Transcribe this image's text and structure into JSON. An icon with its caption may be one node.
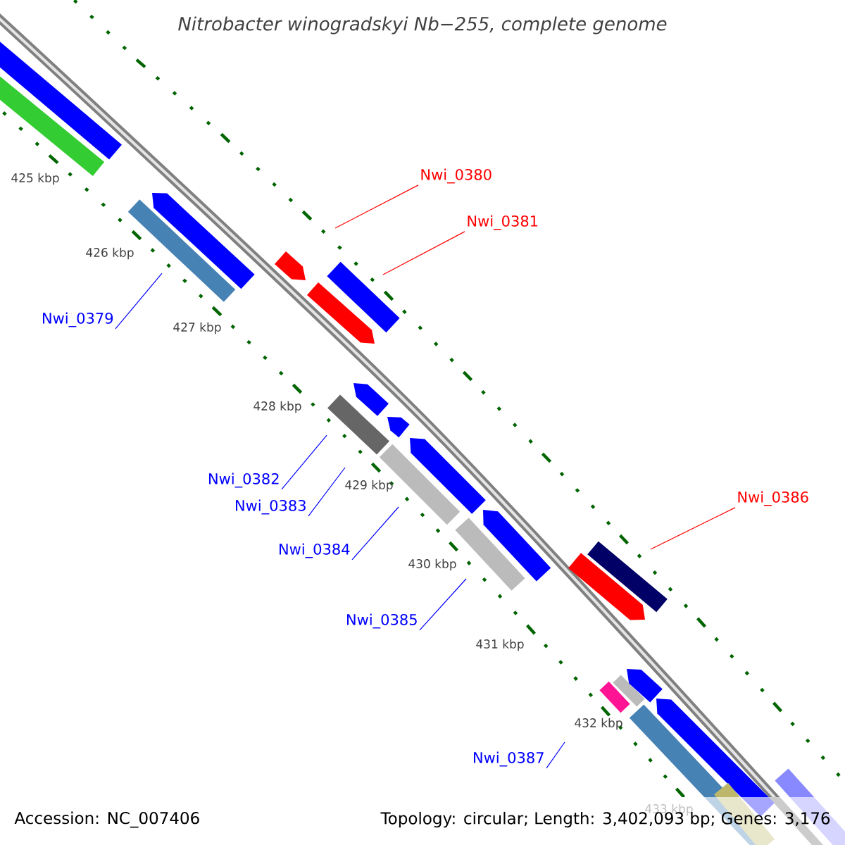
{
  "diagram": {
    "title": "*Nitrobacter winogradskyi Nb−255, complete genome*",
    "nodes": [
      {
        "text": [
          "Nwi_0380"
        ]
      },
      {
        "text": [
          "Nwi_0381"
        ]
      },
      {
        "text": [
          "Nwi_0379"
        ]
      },
      {
        "text": [
          "Nwi_0382"
        ]
      },
      {
        "text": [
          "Nwi_0383"
        ]
      },
      {
        "text": [
          "Nwi_0384"
        ]
      },
      {
        "text": [
          "Nwi_0385"
        ]
      },
      {
        "text": [
          "Nwi_0386"
        ]
      },
      {
        "text": [
          "Nwi_0387"
        ]
      }
    ],
    "edges": [
      {
        "from": 0,
        "to": null,
        "arrow": "none",
        "color": "#ff0000"
      },
      {
        "from": 1,
        "to": null,
        "arrow": "none",
        "color": "#ff0000"
      },
      {
        "from": 2,
        "to": null,
        "arrow": "none"
      },
      {
        "from": 3,
        "to": null,
        "arrow": "none"
      },
      {
        "from": 4,
        "to": null,
        "arrow": "none"
      },
      {
        "from": 5,
        "to": null,
        "arrow": "none"
      },
      {
        "from": 6,
        "to": null,
        "arrow": "none"
      },
      {
        "from": 7,
        "to": null,
        "arrow": "none",
        "color": "#ff0000"
      },
      {
        "from": 8,
        "to": null,
        "arrow": "none"
      }
    ],
    "labels": [
      "425 kbp",
      "426 kbp",
      "427 kbp",
      "428 kbp",
      "429 kbp",
      "430 kbp",
      "431 kbp",
      "432 kbp",
      "433 kbp",
      "Accession: NC_007406",
      "Topology: circular; Length: 3,402,093 bp; Genes: 3,176"
    ]
  }
}
